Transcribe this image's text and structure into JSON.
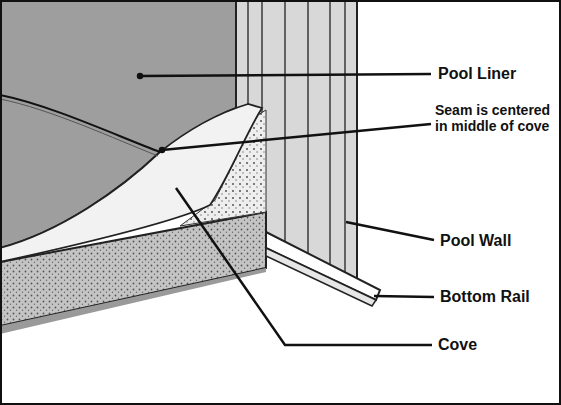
{
  "diagram": {
    "labels": [
      "Pool Liner",
      "Seam is centered in middle of cove",
      "Pool Wall",
      "Bottom Rail",
      "Cove"
    ]
  }
}
